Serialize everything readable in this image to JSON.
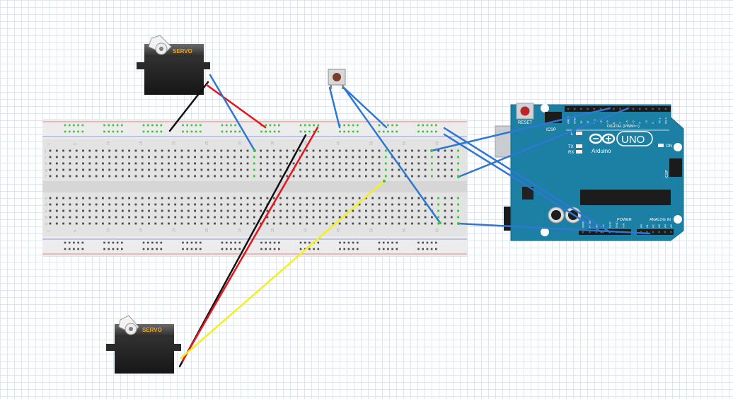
{
  "servo_top": {
    "label": "SERVO"
  },
  "servo_bottom": {
    "label": "SERVO"
  },
  "arduino": {
    "reset_label": "RESET",
    "icsp_label": "ICSP",
    "icsp2_label": "ICSP",
    "digital_label": "DIGITAL (PWM=~)",
    "brand": "Arduino",
    "model": "UNO",
    "on_label": "ON",
    "l_label": "L",
    "tx_label": "TX",
    "rx_label": "RX",
    "power_label": "POWER",
    "analog_label": "ANALOG IN",
    "digital_pins": [
      "AREF",
      "GND",
      "13",
      "12",
      "~11",
      "~10",
      "~9",
      "8",
      "7",
      "~6",
      "~5",
      "4",
      "~3",
      "2",
      "TX 1",
      "RX 0"
    ],
    "power_pins": [
      "IOREF",
      "RESET",
      "3V3",
      "5V",
      "GND",
      "GND",
      "VIN"
    ],
    "analog_pins": [
      "A0",
      "A1",
      "A2",
      "A3",
      "A4",
      "A5"
    ]
  },
  "breadboard": {
    "row_letters_top": [
      "j",
      "i",
      "h",
      "g",
      "f"
    ],
    "row_letters_bottom": [
      "e",
      "d",
      "c",
      "b",
      "a"
    ],
    "column_numbers": [
      "1",
      "5",
      "10",
      "15",
      "20",
      "25",
      "30",
      "35",
      "40",
      "45",
      "50",
      "55",
      "60"
    ]
  },
  "colors": {
    "wire_blue": "#2f77d0",
    "wire_red": "#e8141b",
    "wire_black": "#111111",
    "wire_yellow": "#f5ef1a",
    "arduino_body": "#1c7fa4",
    "breadboard": "#e6e6e6"
  }
}
